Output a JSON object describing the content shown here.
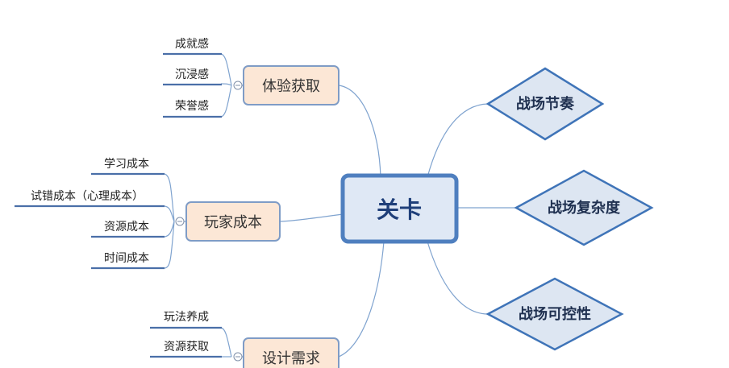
{
  "center": {
    "label": "关卡"
  },
  "left_nodes": {
    "experience": {
      "label": "体验获取",
      "children": [
        "成就感",
        "沉浸感",
        "荣誉感"
      ]
    },
    "cost": {
      "label": "玩家成本",
      "children": [
        "学习成本",
        "试错成本（心理成本）",
        "资源成本",
        "时间成本"
      ]
    },
    "design": {
      "label": "设计需求",
      "children": [
        "玩法养成",
        "资源获取"
      ]
    }
  },
  "right_nodes": {
    "rhythm": "战场节奏",
    "complexity": "战场复杂度",
    "control": "战场可控性"
  },
  "colors": {
    "center_fill": "#dfe8f5",
    "center_stroke": "#4f7fbf",
    "node_fill": "#fce7d6",
    "node_stroke": "#7f9cc6",
    "diamond_fill": "#dde6f2",
    "diamond_stroke": "#3f74b8"
  }
}
